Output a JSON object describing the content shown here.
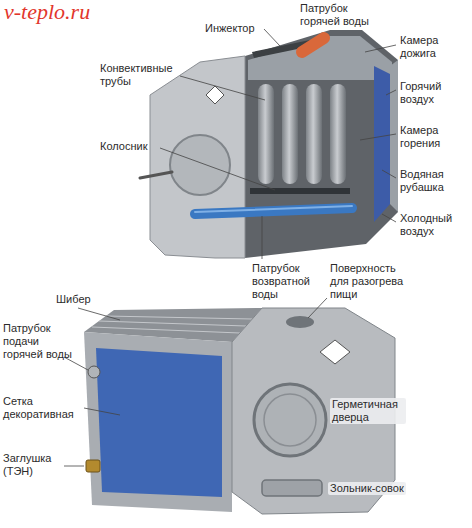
{
  "diagram": {
    "labels": [
      "v-teplo.ru",
      "Патрубок горячей воды",
      "Инжектор",
      "Камера дожига",
      "Конвективные трубы",
      "Горячий воздух",
      "Камера горения",
      "Колосник",
      "Водяная рубашка",
      "Холодный воздух",
      "Патрубок возвратной воды",
      "Шибер",
      "Поверхность для разогрева пищи",
      "Патрубок подачи горячей воды",
      "Сетка декоративная",
      "Герметичная дверца",
      "Заглушка (ТЭН)",
      "Зольник-совок"
    ]
  }
}
